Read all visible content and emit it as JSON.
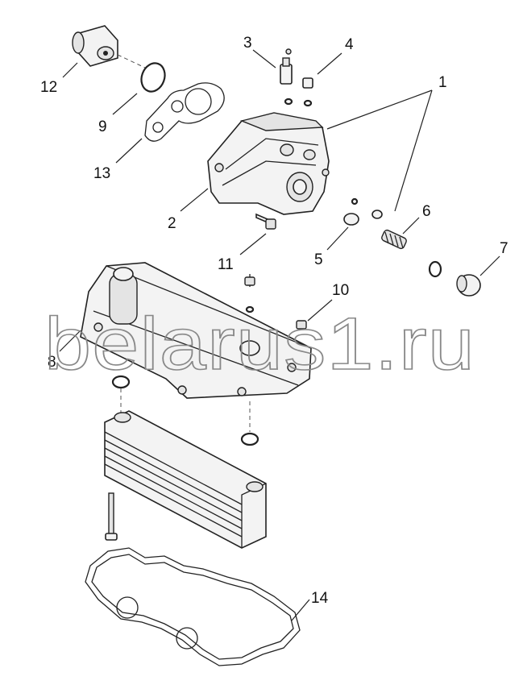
{
  "watermark": "belarus1.ru",
  "callouts": [
    {
      "id": "1",
      "text": "1"
    },
    {
      "id": "2",
      "text": "2"
    },
    {
      "id": "3",
      "text": "3"
    },
    {
      "id": "4",
      "text": "4"
    },
    {
      "id": "5",
      "text": "5"
    },
    {
      "id": "6",
      "text": "6"
    },
    {
      "id": "7",
      "text": "7"
    },
    {
      "id": "8",
      "text": "8"
    },
    {
      "id": "9",
      "text": "9"
    },
    {
      "id": "10",
      "text": "10"
    },
    {
      "id": "11",
      "text": "11"
    },
    {
      "id": "12",
      "text": "12"
    },
    {
      "id": "13",
      "text": "13"
    },
    {
      "id": "14",
      "text": "14"
    }
  ]
}
